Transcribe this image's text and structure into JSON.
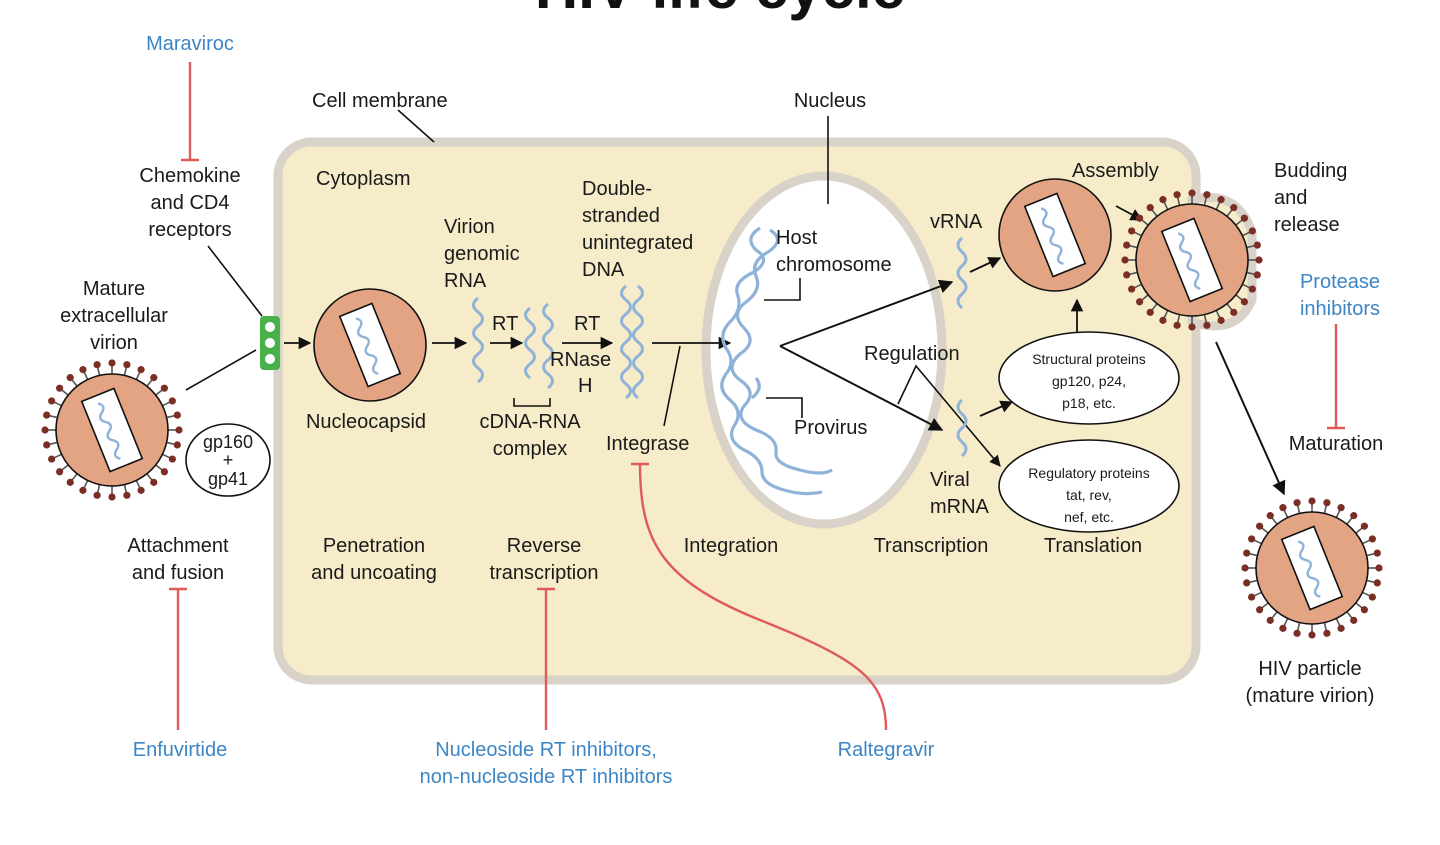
{
  "diagram": {
    "title": "HIV life cycle",
    "labels": {
      "cell_membrane": "Cell membrane",
      "nucleus": "Nucleus",
      "cytoplasm": "Cytoplasm",
      "chemokine": [
        "Chemokine",
        "and CD4",
        "receptors"
      ],
      "mature_virion": [
        "Mature",
        "extracellular",
        "virion"
      ],
      "gp": [
        "gp160",
        "+",
        "gp41"
      ],
      "nucleocapsid": "Nucleocapsid",
      "virion_rna": [
        "Virion",
        "genomic",
        "RNA"
      ],
      "rt1": "RT",
      "rt2": "RT",
      "rnase": [
        "RNase",
        "H"
      ],
      "cdna": [
        "cDNA-RNA",
        "complex"
      ],
      "dsdna": [
        "Double-",
        "stranded",
        "unintegrated",
        "DNA"
      ],
      "integrase": "Integrase",
      "host_chromosome": [
        "Host",
        "chromosome"
      ],
      "provirus": "Provirus",
      "regulation": "Regulation",
      "vrna": "vRNA",
      "viral_mrna": [
        "Viral",
        "mRNA"
      ],
      "assembly": "Assembly",
      "budding": [
        "Budding",
        "and",
        "release"
      ],
      "structural": [
        "Structural proteins",
        "gp120, p24,",
        "p18, etc."
      ],
      "regulatory": [
        "Regulatory proteins",
        "tat, rev,",
        "nef, etc."
      ],
      "maturation": "Maturation",
      "hiv_particle": [
        "HIV particle",
        "(mature virion)"
      ]
    },
    "stages": {
      "attachment": [
        "Attachment",
        "and fusion"
      ],
      "penetration": [
        "Penetration",
        "and uncoating"
      ],
      "reverse_transcription": [
        "Reverse",
        "transcription"
      ],
      "integration": "Integration",
      "transcription": "Transcription",
      "translation": "Translation"
    },
    "drugs": {
      "maraviroc": "Maraviroc",
      "enfuvirtide": "Enfuvirtide",
      "nrti": [
        "Nucleoside RT inhibitors,",
        "non-nucleoside RT inhibitors"
      ],
      "raltegravir": "Raltegravir",
      "protease": [
        "Protease",
        "inhibitors"
      ]
    }
  },
  "colors": {
    "cell_fill": "#f6ecc9",
    "cell_border": "#d8d2c8",
    "virion_fill": "#e3a484",
    "rna_blue": "#8fb3d8",
    "drug_blue": "#3d86c6",
    "inhibit_red": "#e05a5a",
    "receptor_green": "#49b14a"
  }
}
